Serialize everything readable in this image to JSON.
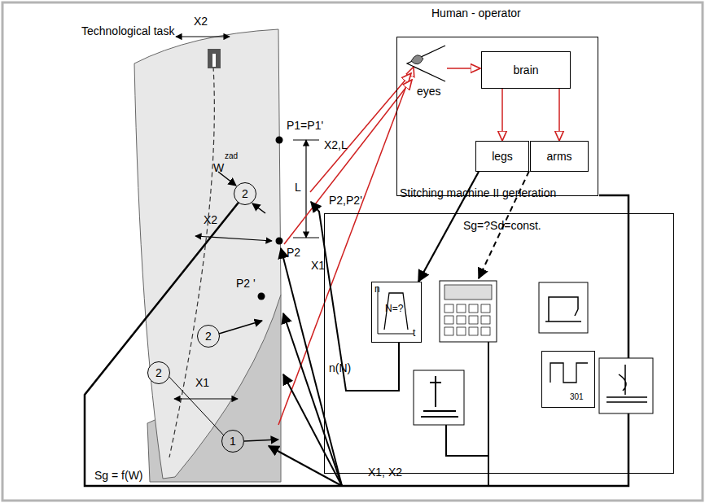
{
  "diagram": {
    "nodes": [
      {
        "text": [
          "Human - operator"
        ]
      },
      {
        "text": [
          "brain"
        ],
        "in": 0
      },
      {
        "text": [
          "legs"
        ],
        "in": 0
      },
      {
        "text": [
          "arms"
        ],
        "in": 0
      },
      {
        "text": [
          "Stitching machine II generation",
          "Sg=?Sd=const."
        ]
      },
      {
        "text": [
          "n",
          "N=?",
          "t"
        ],
        "in": 4
      },
      {
        "text": [
          "301"
        ],
        "in": 4
      },
      {
        "text": [
          "2"
        ]
      },
      {
        "text": [
          "2"
        ]
      },
      {
        "text": [
          "2"
        ]
      },
      {
        "text": [
          "1"
        ]
      }
    ],
    "edges": [
      {
        "from": 1,
        "to": 2,
        "arrow": "to"
      },
      {
        "from": 1,
        "to": 3,
        "arrow": "to"
      },
      {
        "from": 2,
        "to": 5,
        "arrow": "to"
      }
    ],
    "labels": [
      "Technological task",
      "X2",
      "P1=P1'",
      "zad",
      "W",
      "L",
      "X2,L",
      "P2,P2'",
      "X2",
      "P2",
      "X1",
      "P2 '",
      "X1",
      "Sg = f(W)",
      "X1, X2",
      "eyes",
      "n(N)"
    ]
  }
}
